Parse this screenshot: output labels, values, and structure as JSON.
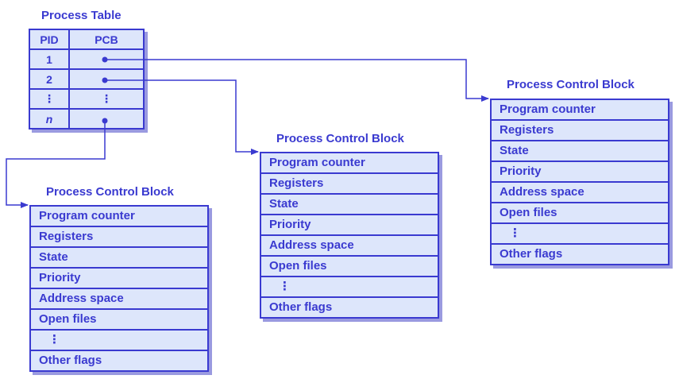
{
  "process_table": {
    "title": "Process Table",
    "headers": {
      "pid": "PID",
      "pcb": "PCB"
    },
    "rows": [
      {
        "pid": "1",
        "pcb": "•"
      },
      {
        "pid": "2",
        "pcb": "•"
      },
      {
        "pid": "⋮",
        "pcb": "⋮"
      },
      {
        "pid": "n",
        "pcb": "•"
      }
    ]
  },
  "pcb_blocks": [
    {
      "title": "Process Control Block",
      "fields": [
        "Program counter",
        "Registers",
        "State",
        "Priority",
        "Address space",
        "Open files",
        "⋮",
        "Other flags"
      ]
    },
    {
      "title": "Process Control Block",
      "fields": [
        "Program counter",
        "Registers",
        "State",
        "Priority",
        "Address space",
        "Open files",
        "⋮",
        "Other flags"
      ]
    },
    {
      "title": "Process Control Block",
      "fields": [
        "Program counter",
        "Registers",
        "State",
        "Priority",
        "Address space",
        "Open files",
        "⋮",
        "Other flags"
      ]
    }
  ],
  "colors": {
    "line": "#3a3ad0",
    "fill": "#dde6fb",
    "shadow": "#9a9ae0"
  }
}
